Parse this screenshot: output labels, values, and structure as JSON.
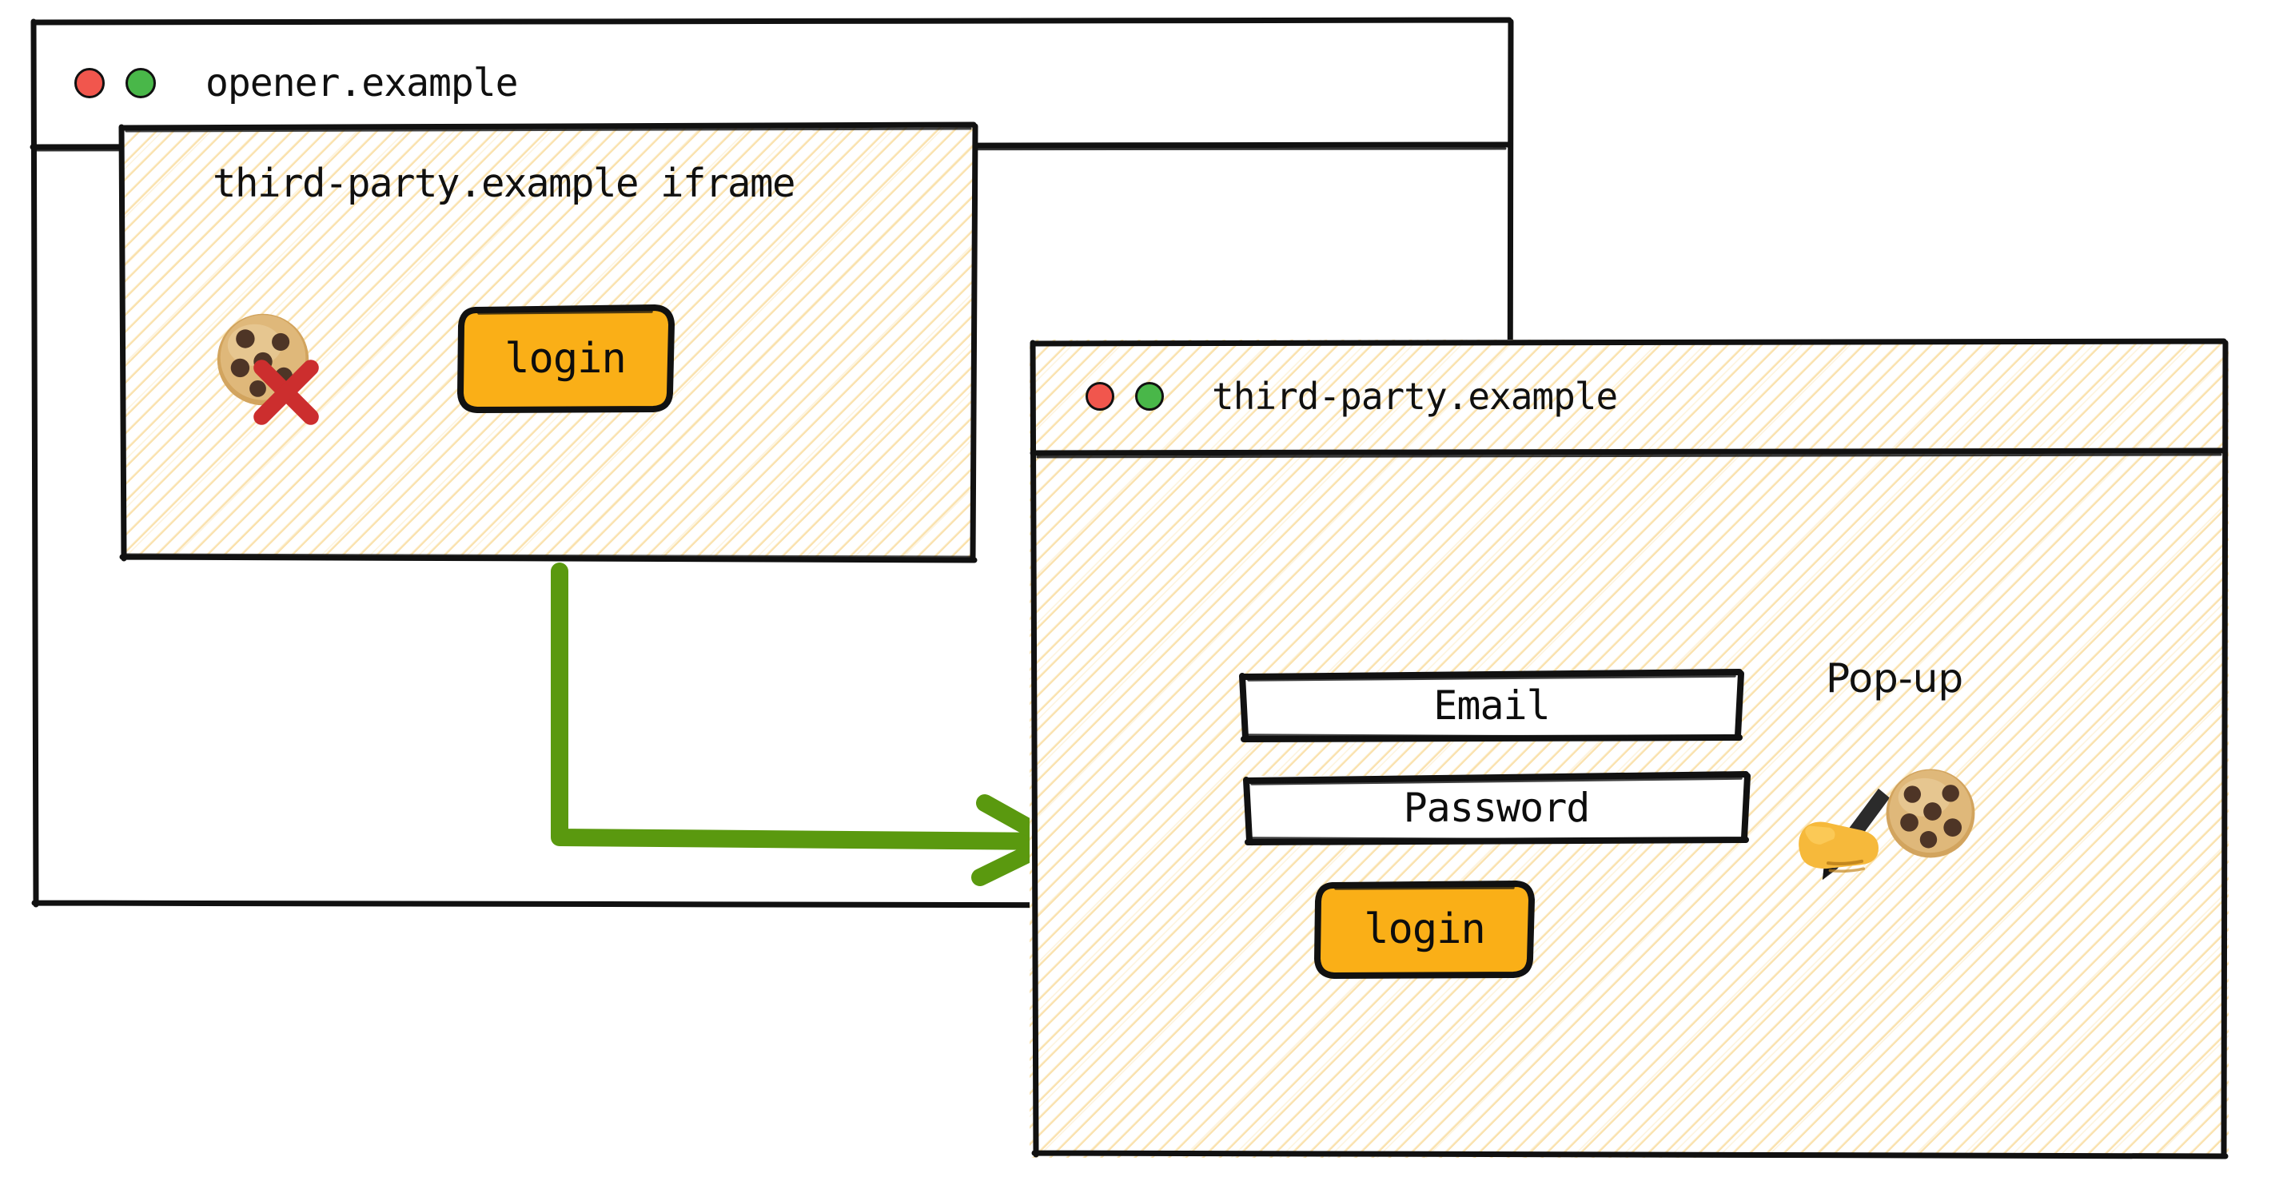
{
  "opener_window": {
    "title": "opener.example",
    "traffic_lights": [
      {
        "name": "close-dot",
        "color": "#F1564D"
      },
      {
        "name": "maximize-dot",
        "color": "#49B749"
      }
    ],
    "iframe": {
      "label": "third-party.example iframe",
      "cookie_blocked_icon": "cookie-emoji",
      "blocked_marker_icon": "red-x-emoji",
      "login_button": "login"
    }
  },
  "popup_window": {
    "title": "third-party.example",
    "traffic_lights": [
      {
        "name": "close-dot",
        "color": "#F1564D"
      },
      {
        "name": "maximize-dot",
        "color": "#49B749"
      }
    ],
    "caption": "Pop-up",
    "fields": [
      {
        "name": "email-field",
        "value": "Email"
      },
      {
        "name": "password-field",
        "value": "Password"
      }
    ],
    "login_button": "login",
    "writing_hand_icon": "writing-hand-emoji",
    "cookie_icon": "cookie-emoji"
  },
  "flow": {
    "arrow_icon": "arrow-right-icon",
    "arrow_color": "#5A990F",
    "from": "iframe login button",
    "to": "third-party.example pop-up"
  },
  "colors": {
    "ink": "#111111",
    "button_amber": "#FAAF17",
    "arrow_green": "#5A990F",
    "hatch": "#F8DFA8",
    "close_red": "#F1564D",
    "maximize_green": "#49B749"
  }
}
